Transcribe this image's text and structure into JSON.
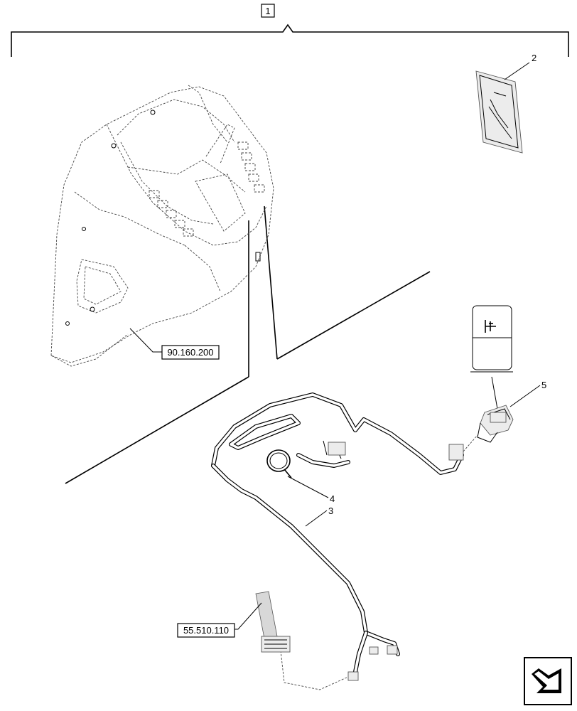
{
  "diagram": {
    "assembly_item": "1",
    "callouts": {
      "manual": "2",
      "harness": "3",
      "strap": "4",
      "switch": "5"
    },
    "references": {
      "cover_ref": "90.160.200",
      "harness_ref": "55.510.110"
    },
    "icons": {
      "switch_symbol": "switch-symbol-icon",
      "navigation": "nav-arrow-icon"
    }
  }
}
